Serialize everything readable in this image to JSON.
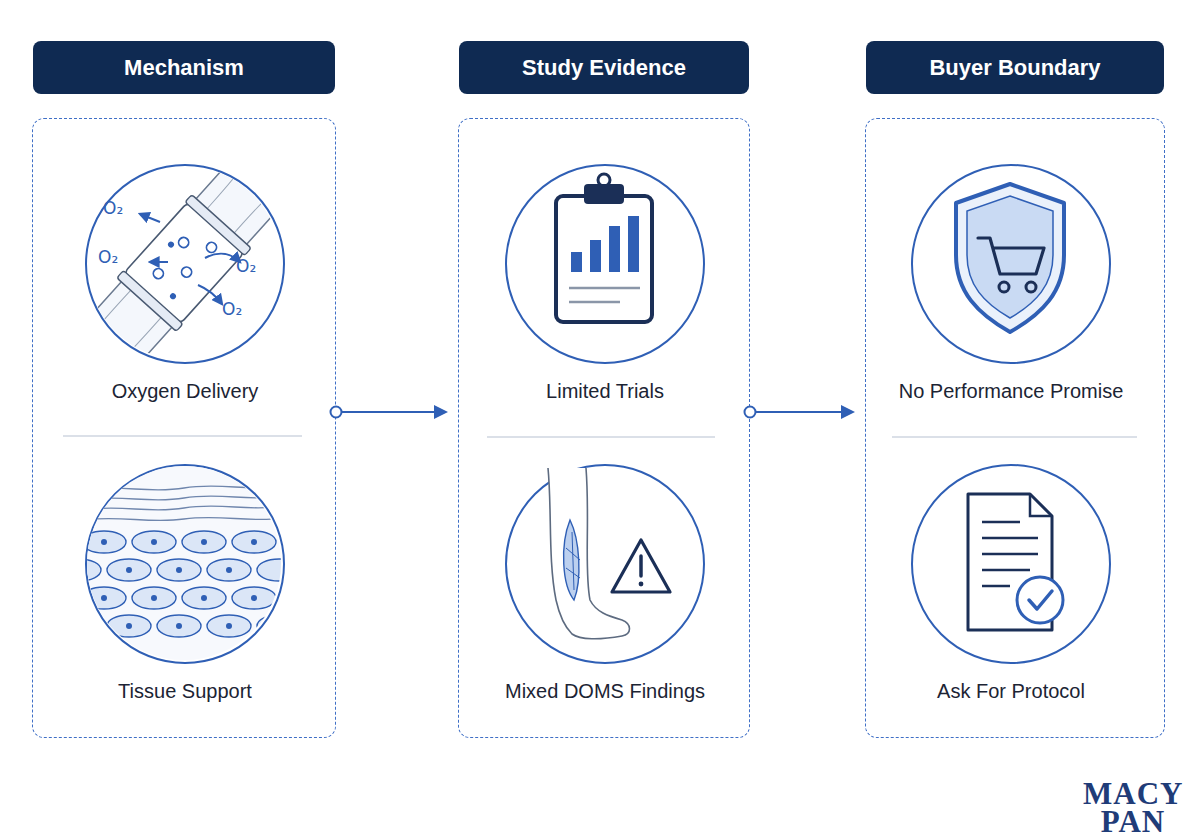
{
  "diagram": {
    "nodes": [
      {
        "text": [
          "Mechanism"
        ]
      },
      {
        "text": [
          "Oxygen Delivery"
        ],
        "in": 0
      },
      {
        "text": [
          "Tissue Support"
        ],
        "in": 0
      },
      {
        "text": [
          "Study Evidence"
        ]
      },
      {
        "text": [
          "Limited Trials"
        ],
        "in": 3
      },
      {
        "text": [
          "Mixed DOMS Findings"
        ],
        "in": 3
      },
      {
        "text": [
          "Buyer Boundary"
        ]
      },
      {
        "text": [
          "No Performance Promise"
        ],
        "in": 6
      },
      {
        "text": [
          "Ask For Protocol"
        ],
        "in": 6
      }
    ],
    "edges": [
      {
        "from": 0,
        "to": 3,
        "arrow": "to"
      },
      {
        "from": 3,
        "to": 6,
        "arrow": "to"
      }
    ],
    "labels": [
      "O₂",
      "O₂",
      "O₂",
      "O₂",
      "MACY PAN"
    ]
  }
}
